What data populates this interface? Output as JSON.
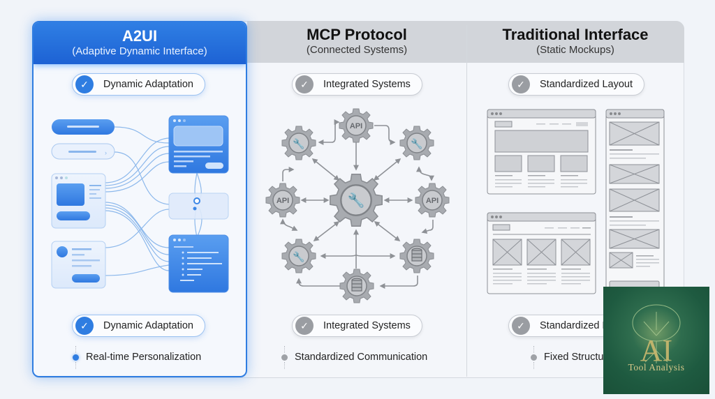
{
  "columns": [
    {
      "id": "a2ui",
      "title": "A2UI",
      "subtitle": "(Adaptive Dynamic Interface)",
      "top_badge": "Dynamic Adaptation",
      "bottom_badge": "Dynamic Adaptation",
      "footnote": "Real-time Personalization",
      "accent": "#2f7de1",
      "highlighted": true
    },
    {
      "id": "mcp",
      "title": "MCP Protocol",
      "subtitle": "(Connected Systems)",
      "top_badge": "Integrated Systems",
      "bottom_badge": "Integrated Systems",
      "footnote": "Standardized Communication",
      "accent": "#9a9da2",
      "highlighted": false
    },
    {
      "id": "traditional",
      "title": "Traditional Interface",
      "subtitle": "(Static Mockups)",
      "top_badge": "Standardized Layout",
      "bottom_badge": "Standardized Layout",
      "footnote": "Fixed Structure",
      "accent": "#9a9da2",
      "highlighted": false
    }
  ],
  "mcp_diagram": {
    "center_node": "wrench-icon",
    "nodes": [
      {
        "label": "API",
        "icon": "api"
      },
      {
        "label": "",
        "icon": "wrench-icon"
      },
      {
        "label": "API",
        "icon": "api"
      },
      {
        "label": "",
        "icon": "database-icon"
      },
      {
        "label": "",
        "icon": "database-icon"
      },
      {
        "label": "",
        "icon": "wrench-icon"
      },
      {
        "label": "API",
        "icon": "api"
      },
      {
        "label": "",
        "icon": "wrench-icon"
      }
    ]
  },
  "icons": {
    "check": "✓"
  },
  "watermark": {
    "text": "Tool Analysis",
    "monogram": "AI"
  }
}
